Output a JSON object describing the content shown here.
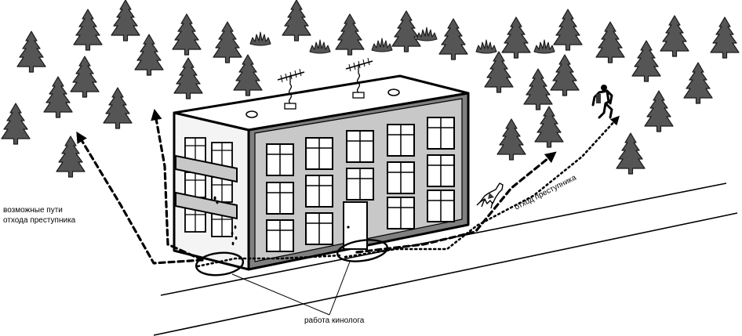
{
  "labels": {
    "escape_paths_line1": "возможные пути",
    "escape_paths_line2": "отхода преступника",
    "dog_handler_work": "работа кинолога",
    "criminal_route": "отход преступника"
  },
  "icons": {
    "tree": "spruce-tree-icon",
    "bush": "bush-icon",
    "antenna": "tv-antenna-icon",
    "dog": "search-dog-icon",
    "criminal": "fleeing-person-icon",
    "footprints": "footprints-icon"
  },
  "colors": {
    "tree_fill": "#555555",
    "tree_stroke": "#1a1a1a",
    "facade_fill": "#c8c8c8",
    "frame_fill": "#808080",
    "side_fill": "#f4f4f4",
    "line": "#000000"
  }
}
